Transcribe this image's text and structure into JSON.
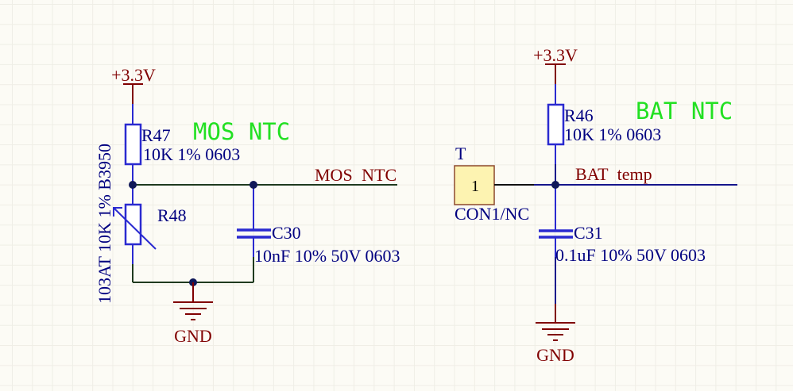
{
  "colors": {
    "sheet_background": "#FCFBF5",
    "grid_line": "#EFEEE6",
    "title_text": "#22E022",
    "designator_text": "#000080",
    "net_text": "#800000",
    "power_port": "#800000",
    "component_line": "#2A2AD0",
    "body_fill": "#FFFFFF",
    "wire_mos_ntc": "#1F3A1F",
    "wire_bat_ntc": "#15158C",
    "junction": "#101858",
    "connector_fill": "#FDF3B1",
    "connector_border": "#8E4A2E",
    "pin_line": "#111111",
    "pin_number_text": "#000000"
  },
  "mos_ntc": {
    "title": "MOS NTC",
    "power_port": "+3.3V",
    "r47": {
      "designator": "R47",
      "comment": "10K 1% 0603"
    },
    "r48": {
      "designator": "R48",
      "comment": "103AT 10K 1% B3950"
    },
    "c30": {
      "designator": "C30",
      "comment": "10nF 10% 50V 0603"
    },
    "net_label": "MOS NTC",
    "ground": "GND"
  },
  "bat_ntc": {
    "title": "BAT NTC",
    "power_port": "+3.3V",
    "r46": {
      "designator": "R46",
      "comment": "10K 1% 0603"
    },
    "connector": {
      "designator": "T",
      "comment": "CON1/NC",
      "pin_number": "1"
    },
    "c31": {
      "designator": "C31",
      "comment": "0.1uF 10% 50V 0603"
    },
    "net_label": "BAT temp",
    "ground": "GND"
  }
}
